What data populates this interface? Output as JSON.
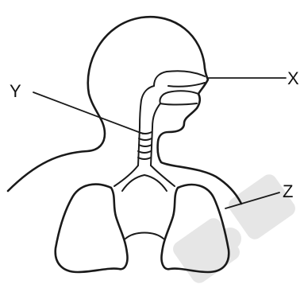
{
  "labels": {
    "x": "X",
    "y": "Y",
    "z": "Z"
  }
}
